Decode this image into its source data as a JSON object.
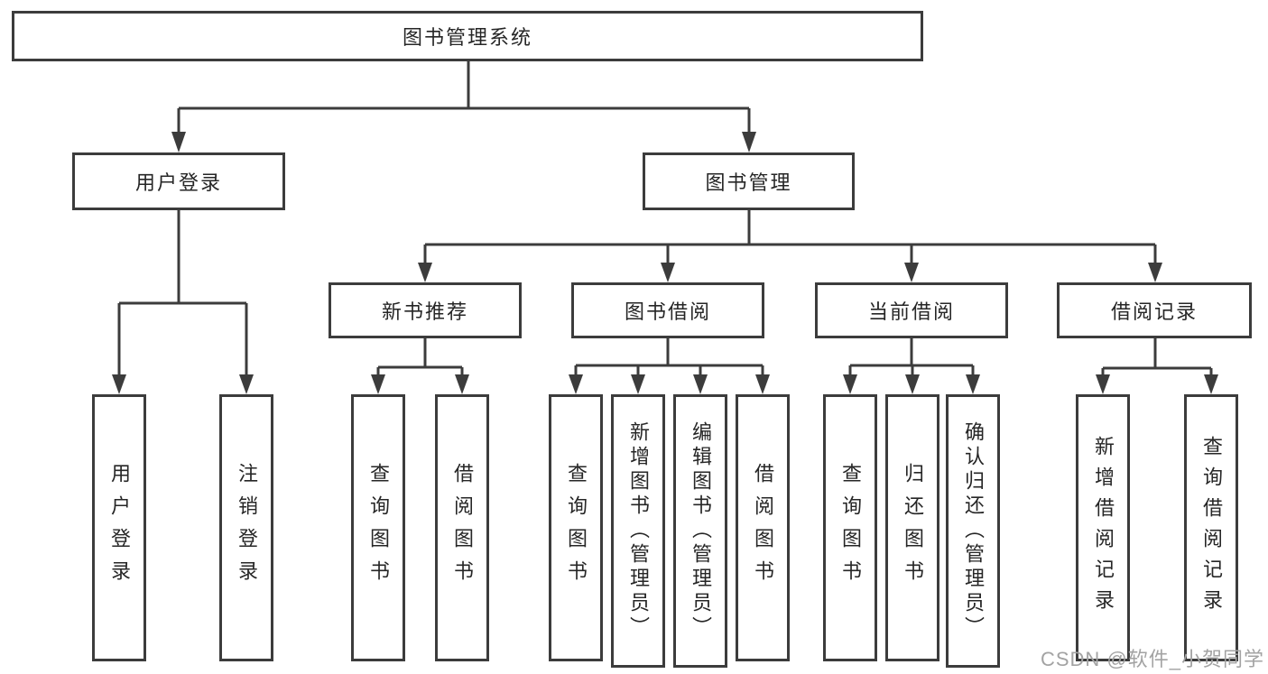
{
  "diagram": {
    "root": {
      "label": "图书管理系统"
    },
    "login": {
      "label": "用户登录",
      "children": [
        {
          "label": "用户登录"
        },
        {
          "label": "注销登录"
        }
      ]
    },
    "mgmt": {
      "label": "图书管理",
      "sections": [
        {
          "label": "新书推荐",
          "children": [
            {
              "label": "查询图书"
            },
            {
              "label": "借阅图书"
            }
          ]
        },
        {
          "label": "图书借阅",
          "children": [
            {
              "label": "查询图书"
            },
            {
              "label": "新增图书（管理员）"
            },
            {
              "label": "编辑图书（管理员）"
            },
            {
              "label": "借阅图书"
            }
          ]
        },
        {
          "label": "当前借阅",
          "children": [
            {
              "label": "查询图书"
            },
            {
              "label": "归还图书"
            },
            {
              "label": "确认归还（管理员）"
            }
          ]
        },
        {
          "label": "借阅记录",
          "children": [
            {
              "label": "新增借阅记录"
            },
            {
              "label": "查询借阅记录"
            }
          ]
        }
      ]
    }
  },
  "watermark": {
    "text": "CSDN @软件_小贺同学"
  },
  "colors": {
    "line": "#3c3c3c",
    "box_border": "#3c3c3c",
    "text": "#262626",
    "watermark": "#a3a3a3",
    "background": "#ffffff"
  }
}
